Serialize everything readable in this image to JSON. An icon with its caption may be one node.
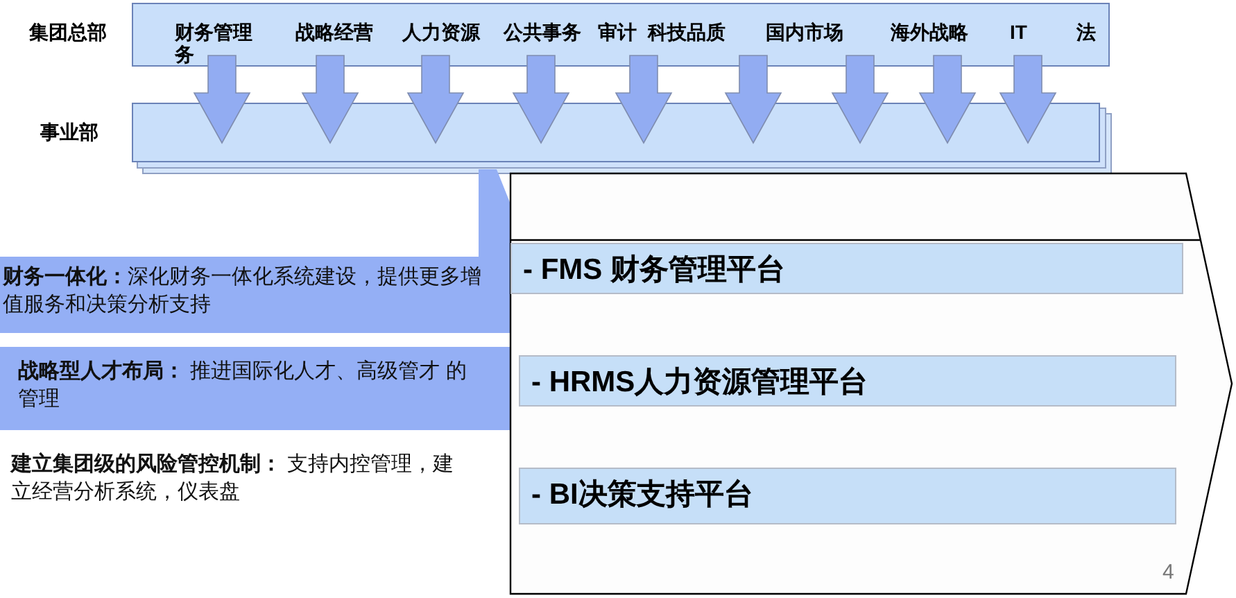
{
  "diagram": {
    "nodes": [
      {
        "text": [
          "集团总部"
        ]
      },
      {
        "text": [
          "财务管理务"
        ],
        "in": 0
      },
      {
        "text": [
          "战略经营"
        ],
        "in": 0
      },
      {
        "text": [
          "人力资源"
        ],
        "in": 0
      },
      {
        "text": [
          "公共事务"
        ],
        "in": 0
      },
      {
        "text": [
          "审计"
        ],
        "in": 0
      },
      {
        "text": [
          "科技品质"
        ],
        "in": 0
      },
      {
        "text": [
          "国内市场"
        ],
        "in": 0
      },
      {
        "text": [
          "海外战略"
        ],
        "in": 0
      },
      {
        "text": [
          "IT"
        ],
        "in": 0
      },
      {
        "text": [
          "法"
        ],
        "in": 0
      },
      {
        "text": [
          "事业部"
        ]
      },
      {
        "text": [
          "**财务一体化：**深化财务一体化系统建设，提供更多增值服务和决策分析支持"
        ]
      },
      {
        "text": [
          "**战略型人才布局：** 推进国际化人才、高级管才 的管理"
        ]
      },
      {
        "text": [
          "**建立集团级的风险管控机制：** 支持内控管理，建立经营分析系统，仪表盘"
        ]
      },
      {
        "text": [],
        "shape": "pentagon"
      },
      {
        "text": [
          "- FMS 财务管理平台"
        ],
        "in": 15
      },
      {
        "text": [
          "- HRMS人力资源管理平台"
        ],
        "in": 15
      },
      {
        "text": [
          "- BI决策支持平台"
        ],
        "in": 15
      }
    ],
    "edges": [
      {
        "from": 1,
        "to": 11,
        "arrow": "to"
      },
      {
        "from": 2,
        "to": 11,
        "arrow": "to"
      },
      {
        "from": 3,
        "to": 11,
        "arrow": "to"
      },
      {
        "from": 4,
        "to": 11,
        "arrow": "to"
      },
      {
        "from": 5,
        "to": 11,
        "arrow": "to"
      },
      {
        "from": 6,
        "to": 11,
        "arrow": "to"
      },
      {
        "from": 7,
        "to": 11,
        "arrow": "to"
      },
      {
        "from": 8,
        "to": 11,
        "arrow": "to"
      },
      {
        "from": 9,
        "to": 11,
        "arrow": "to"
      }
    ],
    "labels": [
      "4"
    ]
  }
}
